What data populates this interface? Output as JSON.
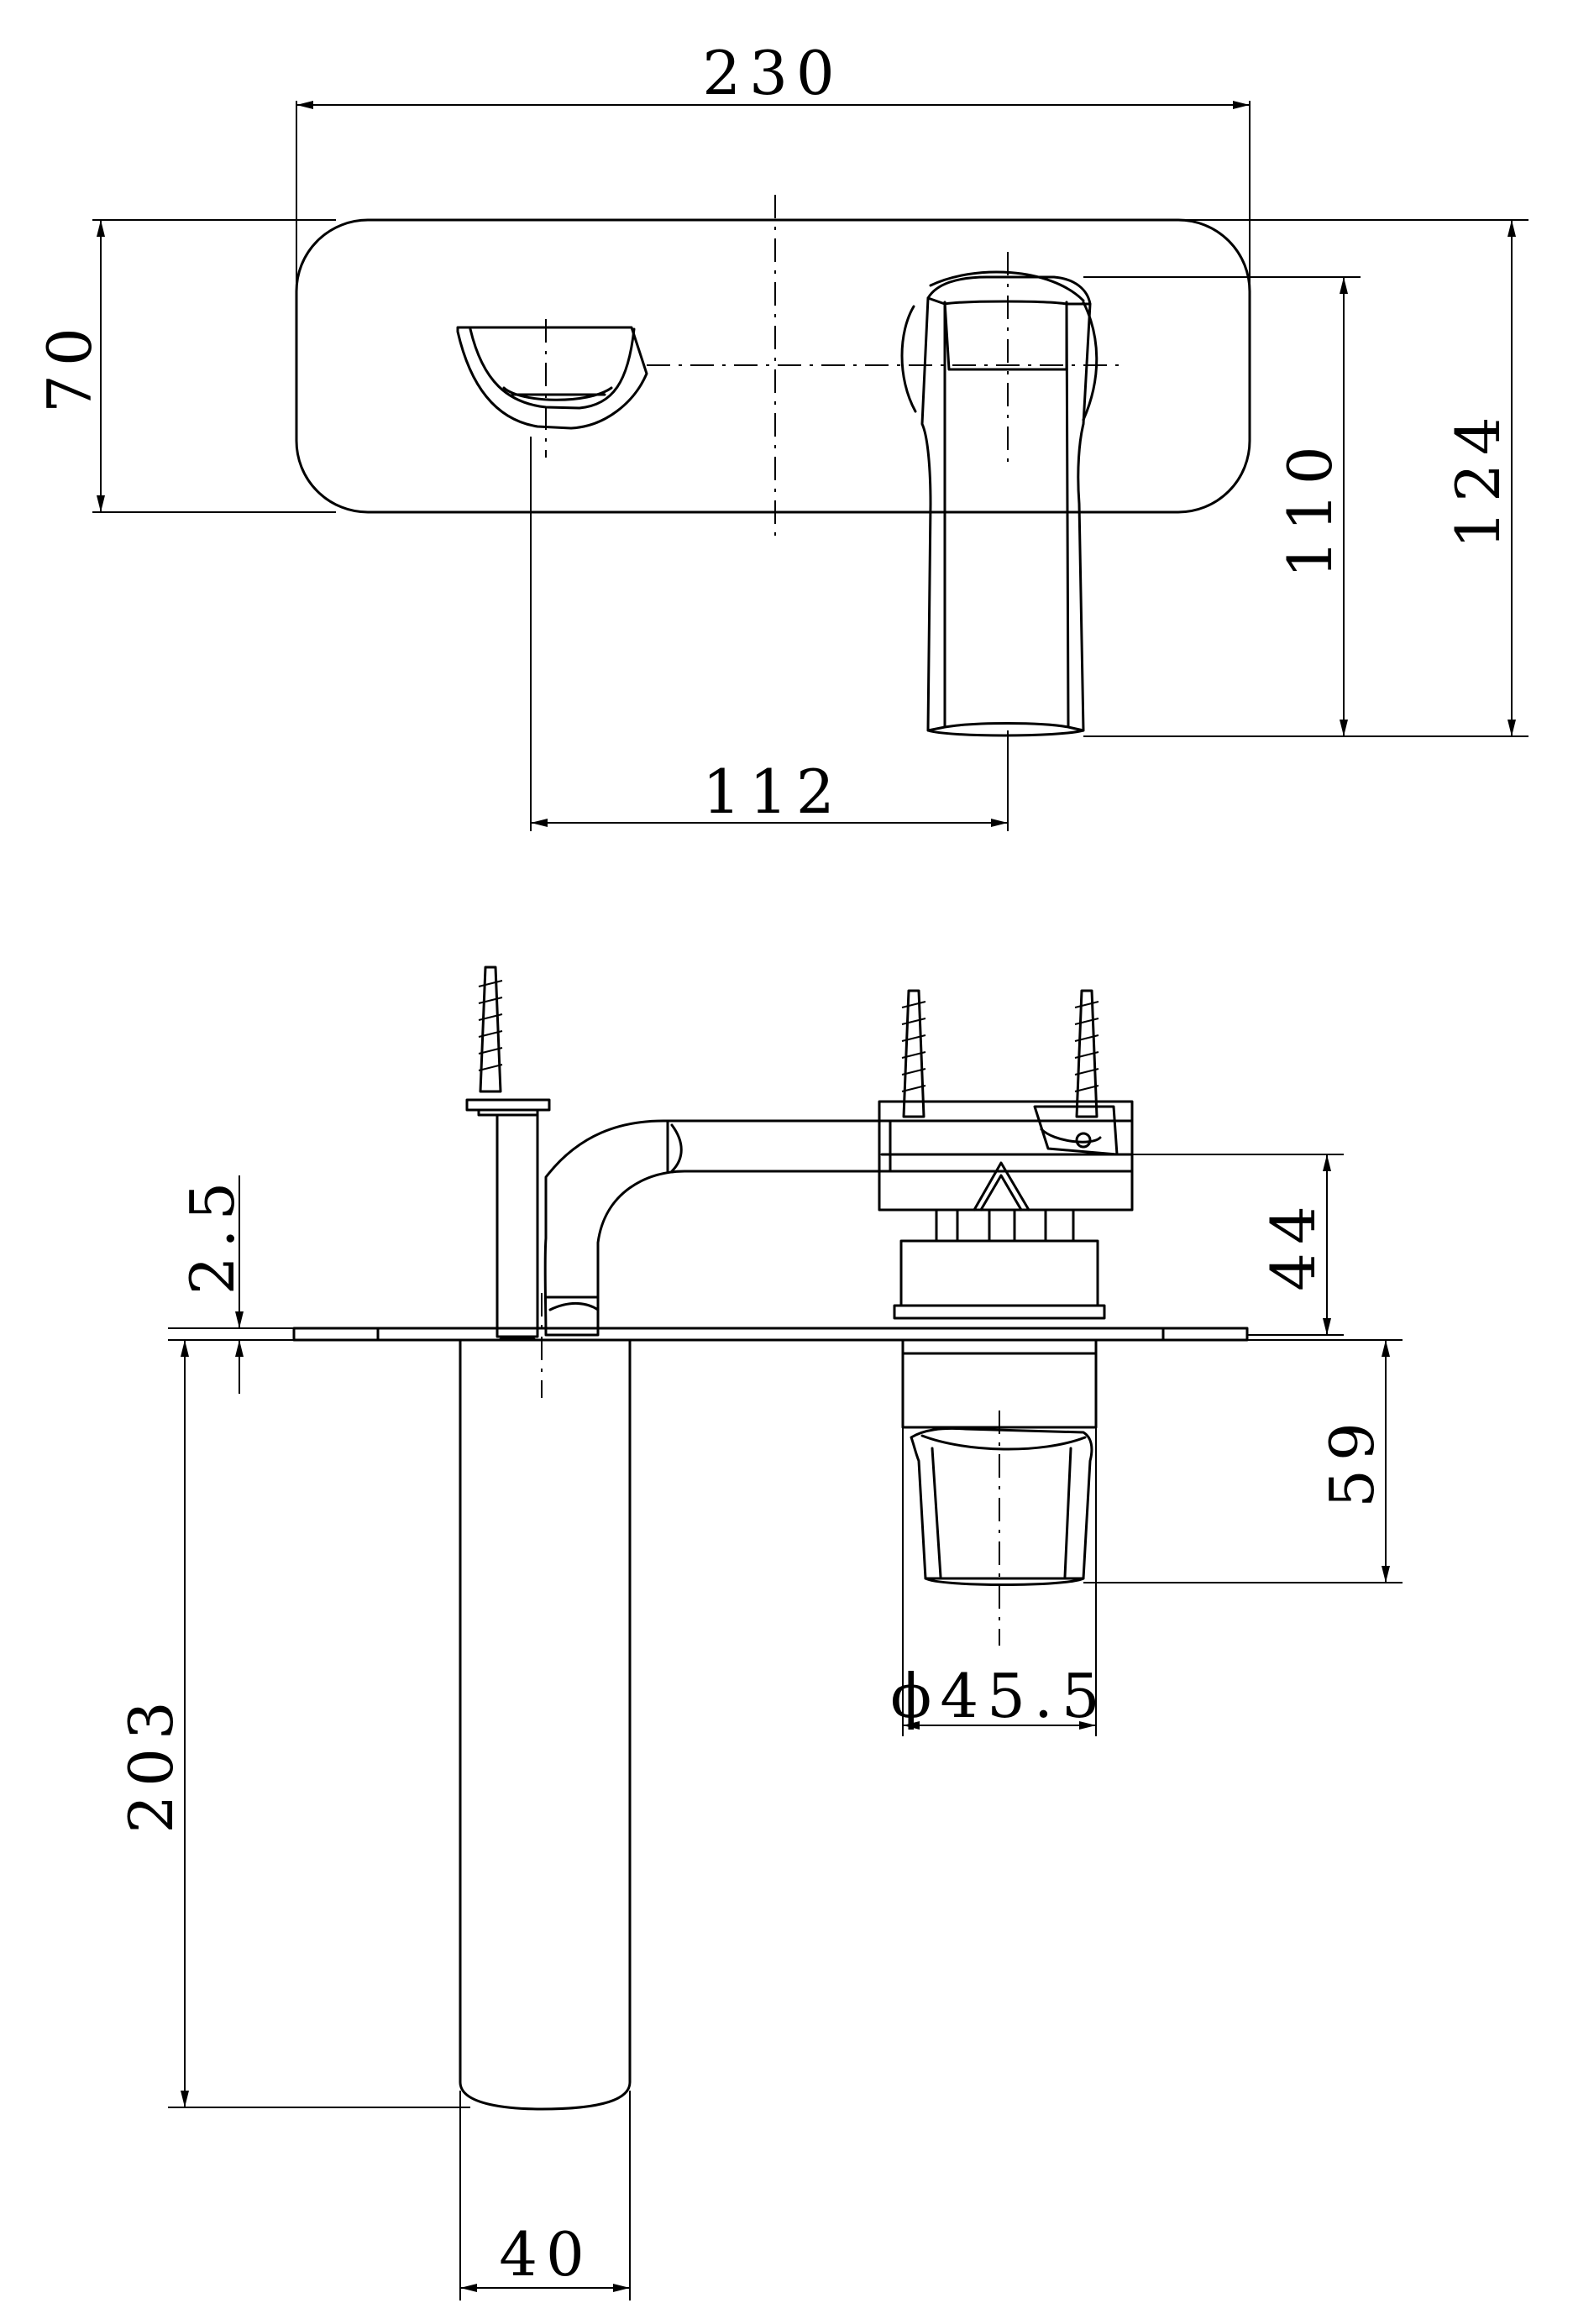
{
  "dimensions": {
    "d230": "230",
    "d70": "70",
    "d110": "110",
    "d124": "124",
    "d112": "112",
    "d2_5": "2.5",
    "d44": "44",
    "d59": "59",
    "d203": "203",
    "d45_5": "ϕ45.5",
    "d40": "40"
  },
  "colors": {
    "line": "#000000",
    "background": "#ffffff"
  }
}
